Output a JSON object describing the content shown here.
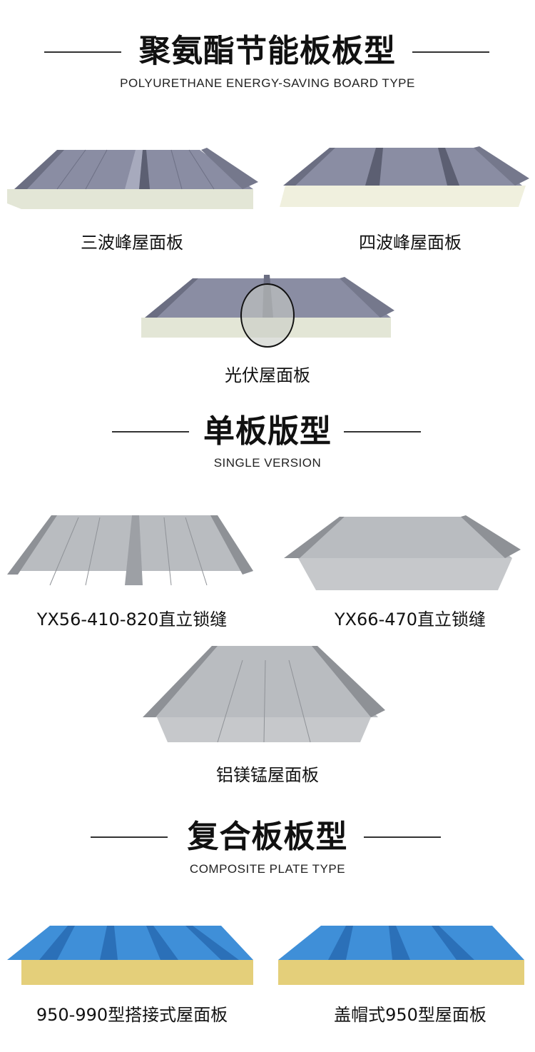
{
  "sections": [
    {
      "title": "聚氨酯节能板板型",
      "subtitle": "POLYURETHANE ENERGY-SAVING BOARD TYPE",
      "products": [
        "三波峰屋面板",
        "四波峰屋面板",
        "光伏屋面板"
      ]
    },
    {
      "title": "单板版型",
      "subtitle": "SINGLE VERSION",
      "products": [
        "YX56-410-820直立锁缝",
        "YX66-470直立锁缝",
        "铝镁锰屋面板"
      ]
    },
    {
      "title": "复合板板型",
      "subtitle": "COMPOSITE PLATE TYPE",
      "products": [
        "950-990型搭接式屋面板",
        "盖帽式950型屋面板"
      ]
    }
  ],
  "colors": {
    "pu_panel": "#8a8da3",
    "pu_foam": "#e6e8d8",
    "single_panel": "#b9bcc0",
    "composite_blue": "#3f8fd8",
    "rockwool": "#e4cf7a"
  }
}
